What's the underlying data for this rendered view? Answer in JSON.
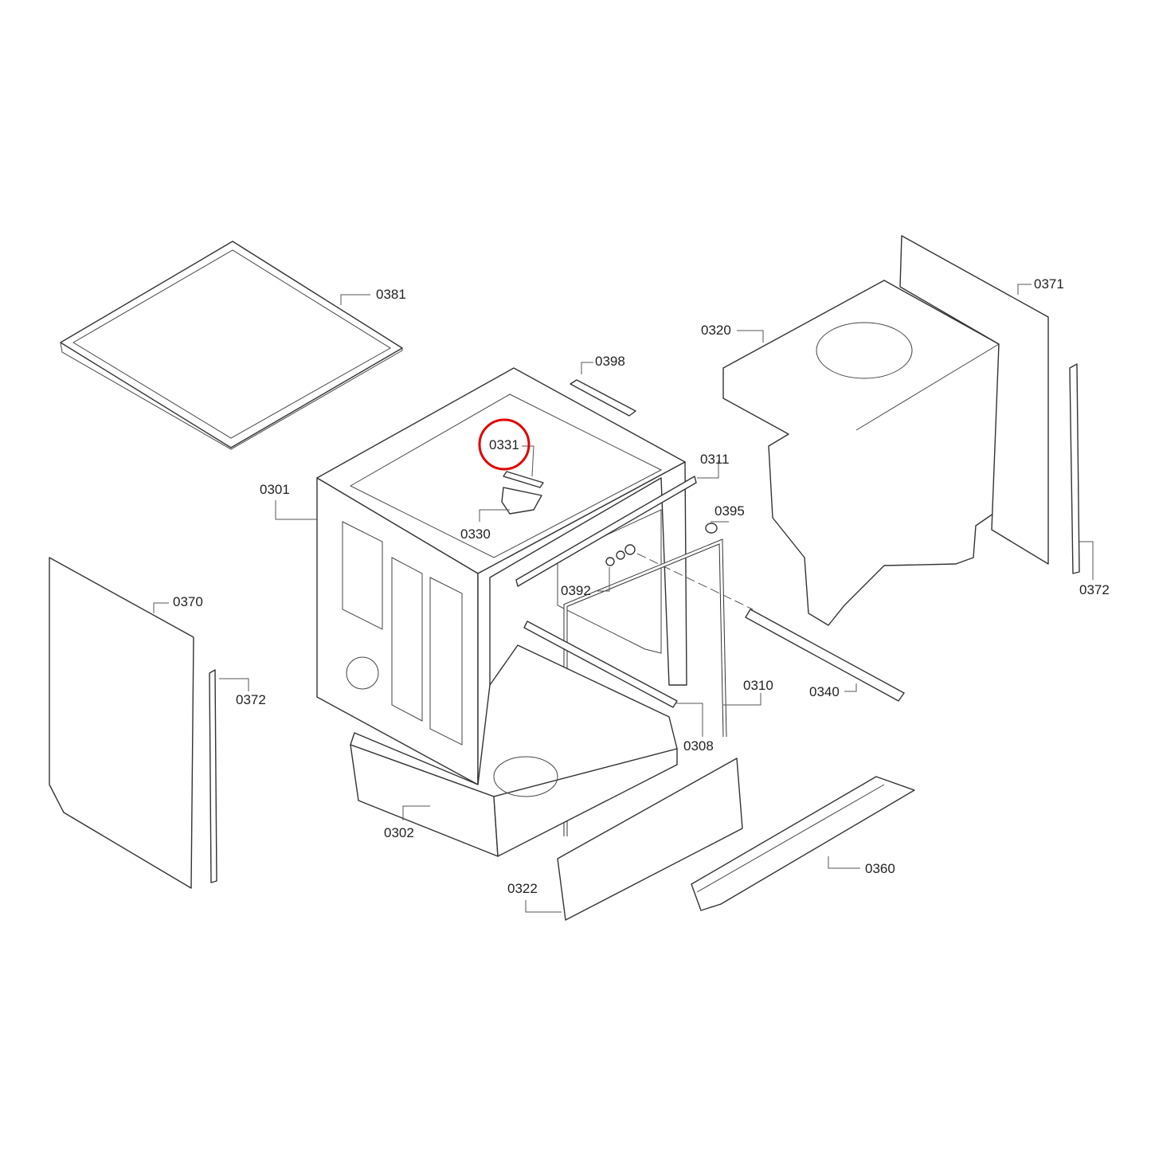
{
  "diagram": {
    "highlight_color": "#e00000",
    "highlighted_part": "0331",
    "labels": {
      "p0381": "0381",
      "p0398": "0398",
      "p0371": "0371",
      "p0320": "0320",
      "p0331": "0331",
      "p0311": "0311",
      "p0301": "0301",
      "p0395": "0395",
      "p0330": "0330",
      "p0370": "0370",
      "p0392": "0392",
      "p0372a": "0372",
      "p0372b": "0372",
      "p0310": "0310",
      "p0340": "0340",
      "p0308": "0308",
      "p0302": "0302",
      "p0322": "0322",
      "p0360": "0360"
    }
  }
}
